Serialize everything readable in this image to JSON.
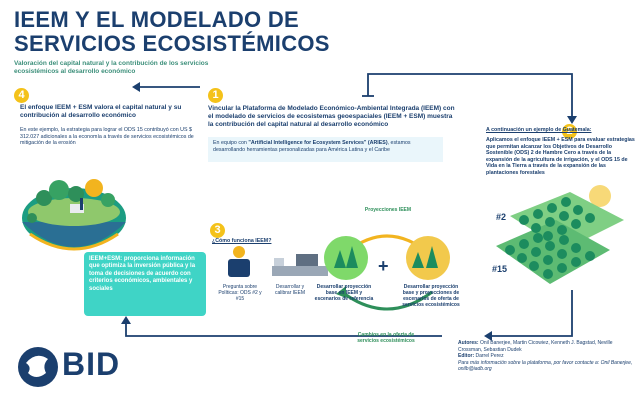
{
  "title": "IEEM Y EL MODELADO DE SERVICIOS ECOSISTÉMICOS",
  "subtitle": "Valoración del capital natural y la contribución de los servicios ecosistémicos al desarrollo económico",
  "steps": {
    "s4": {
      "number": "4",
      "heading": "El enfoque IEEM + ESM valora el capital natural y su contribución al desarrollo económico",
      "body": "En este ejemplo, la estrategia para lograr el ODS 15 contribuyó con US $ 312.027 adicionales a la economía a través de servicios ecosistémicos de mitigación de la erosión",
      "box": "IEEM+ESM: proporciona información que optimiza la inversión pública y la toma de decisiones de acuerdo con criterios económicos, ambientales y sociales"
    },
    "s1": {
      "number": "1",
      "heading": "Vincular la Plataforma de Modelado Económico-Ambiental Integrada (IEEM) con el modelado de servicios de ecosistemas geoespaciales (IEEM + ESM) muestra la contribución del capital natural al desarrollo económico",
      "aries_prefix": "En equipo con ",
      "aries_bold": "\"Artificial Intelligence for Ecosystem Services\" (ARIES)",
      "aries_suffix": ", estamos desarrollando herramientas personalizadas para América Latina y el Caribe"
    },
    "s2": {
      "number": "2",
      "intro": "A continuación un ejemplo de Guatemala:",
      "body": "Aplicamos el enfoque IEEM + ESM para evaluar estrategias que permitan alcanzar los Objetivos de Desarrollo Sostenible (ODS) 2 de Hambre Cero a través de la expansión de la agricultura de irrigación, y el ODS 15 de Vida en la Tierra a través de la expansión de las plantaciones forestales",
      "tag_a": "#2",
      "tag_b": "#15"
    },
    "s3": {
      "number": "3",
      "question": "¿Cómo funciona IEEM?",
      "label_question": "Pregunta sobre Políticas: ODS #2 y #15",
      "label_develop": "Desarrollar y calibrar IEEM",
      "label_ref": "Desarrollar proyección base en IEEM y escenarios de referencia",
      "label_scen": "Desarrollar proyección base y proyecciones de escenarios de oferta de servicios ecosistémicos",
      "label_proj": "Proyecciones IEEM",
      "label_changes": "Cambios en la oferta de servicios ecosistémicos",
      "plus": "+"
    }
  },
  "logo": "BID",
  "authors": {
    "authors_label": "Autores:",
    "authors_names": "Onil Banerjee, Martin Cicowiez, Kenneth J. Bagstad, Neville Crossman, Sebastian Dudek",
    "editor_label": "Editor:",
    "editor_name": "Darrel Perez",
    "contact": "Para más información sobre la plataforma, por favor contacte a: Onil Banerjee, onilb@iadb.org"
  },
  "colors": {
    "navy": "#1b3f6e",
    "teal": "#3fd4c6",
    "yellow": "#f4c21a",
    "green": "#2e8f5a"
  }
}
